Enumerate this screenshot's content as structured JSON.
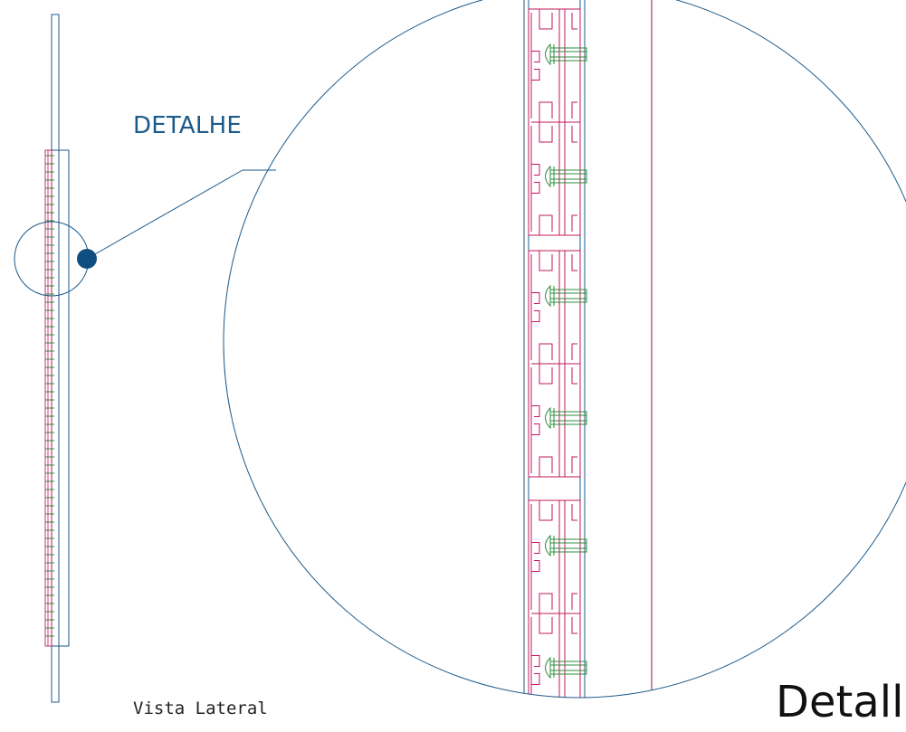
{
  "labels": {
    "detail_callout": "DETALHE",
    "side_view": "Vista Lateral",
    "detail_view": "Detall"
  },
  "colors": {
    "outline": "#1c5a8a",
    "profile": "#c2185b",
    "screw": "#2e8b3e",
    "leader_dot": "#0f4e80"
  },
  "detail": {
    "profile_modules": 3,
    "screws_per_module": 2
  }
}
